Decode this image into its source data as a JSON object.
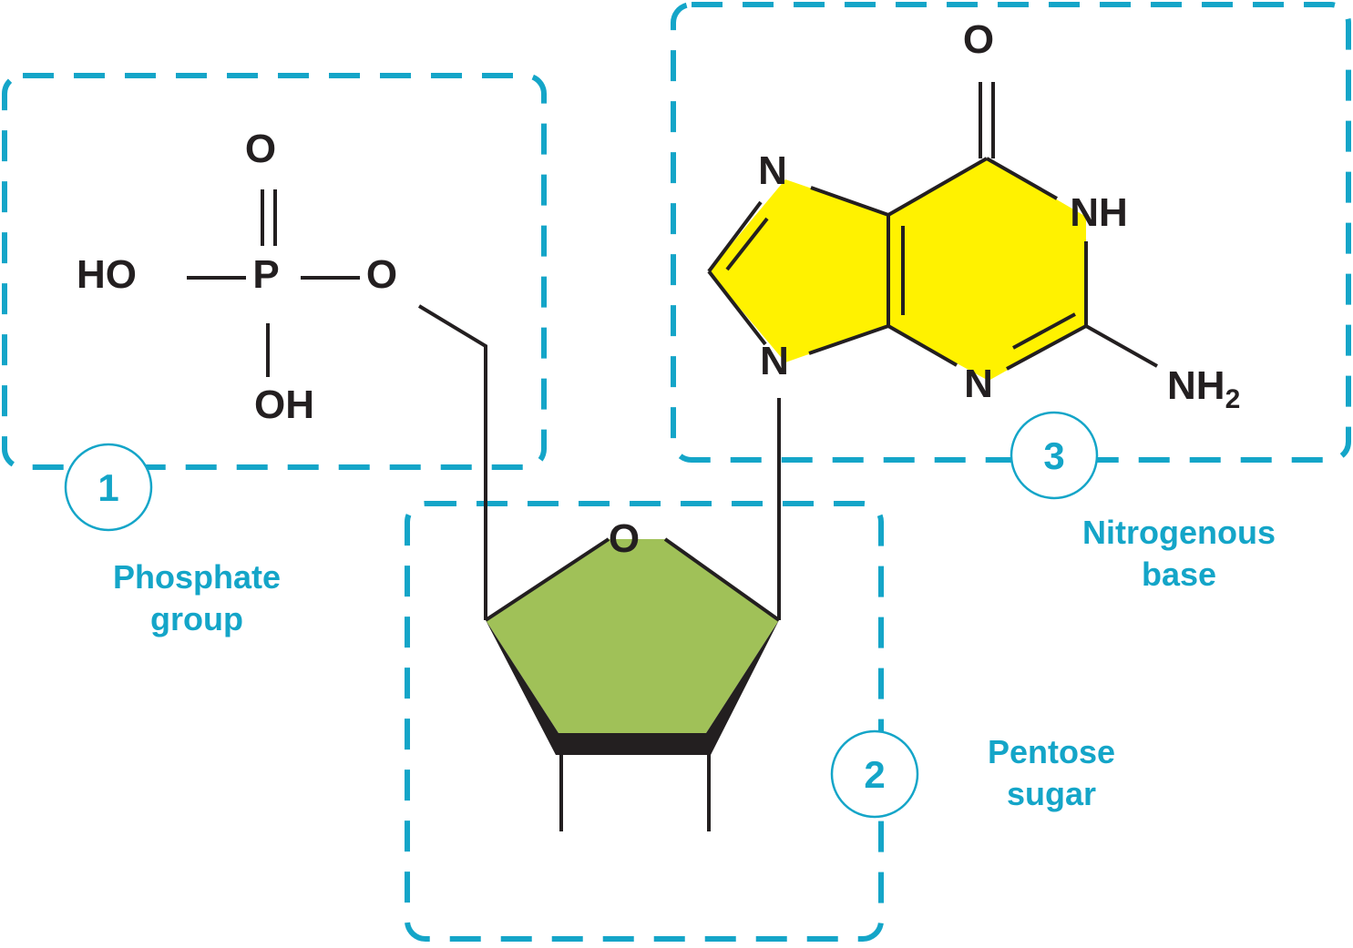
{
  "colors": {
    "accent": "#14a5c8",
    "bond": "#231f20",
    "sugar_fill": "#a0c158",
    "base_fill": "#fff200"
  },
  "phosphate": {
    "number": "1",
    "caption_line1": "Phosphate",
    "caption_line2": "group",
    "atoms": {
      "o_top": "O",
      "ho": "HO",
      "p": "P",
      "o_right": "O",
      "oh": "OH"
    }
  },
  "sugar": {
    "number": "2",
    "caption_line1": "Pentose",
    "caption_line2": "sugar",
    "ring_o": "O"
  },
  "base": {
    "number": "3",
    "caption_line1": "Nitrogenous",
    "caption_line2": "base",
    "atoms": {
      "o_top": "O",
      "n7": "N",
      "nh": "NH",
      "n9": "N",
      "n3": "N",
      "nh2": "NH",
      "nh2_sub": "2"
    }
  }
}
